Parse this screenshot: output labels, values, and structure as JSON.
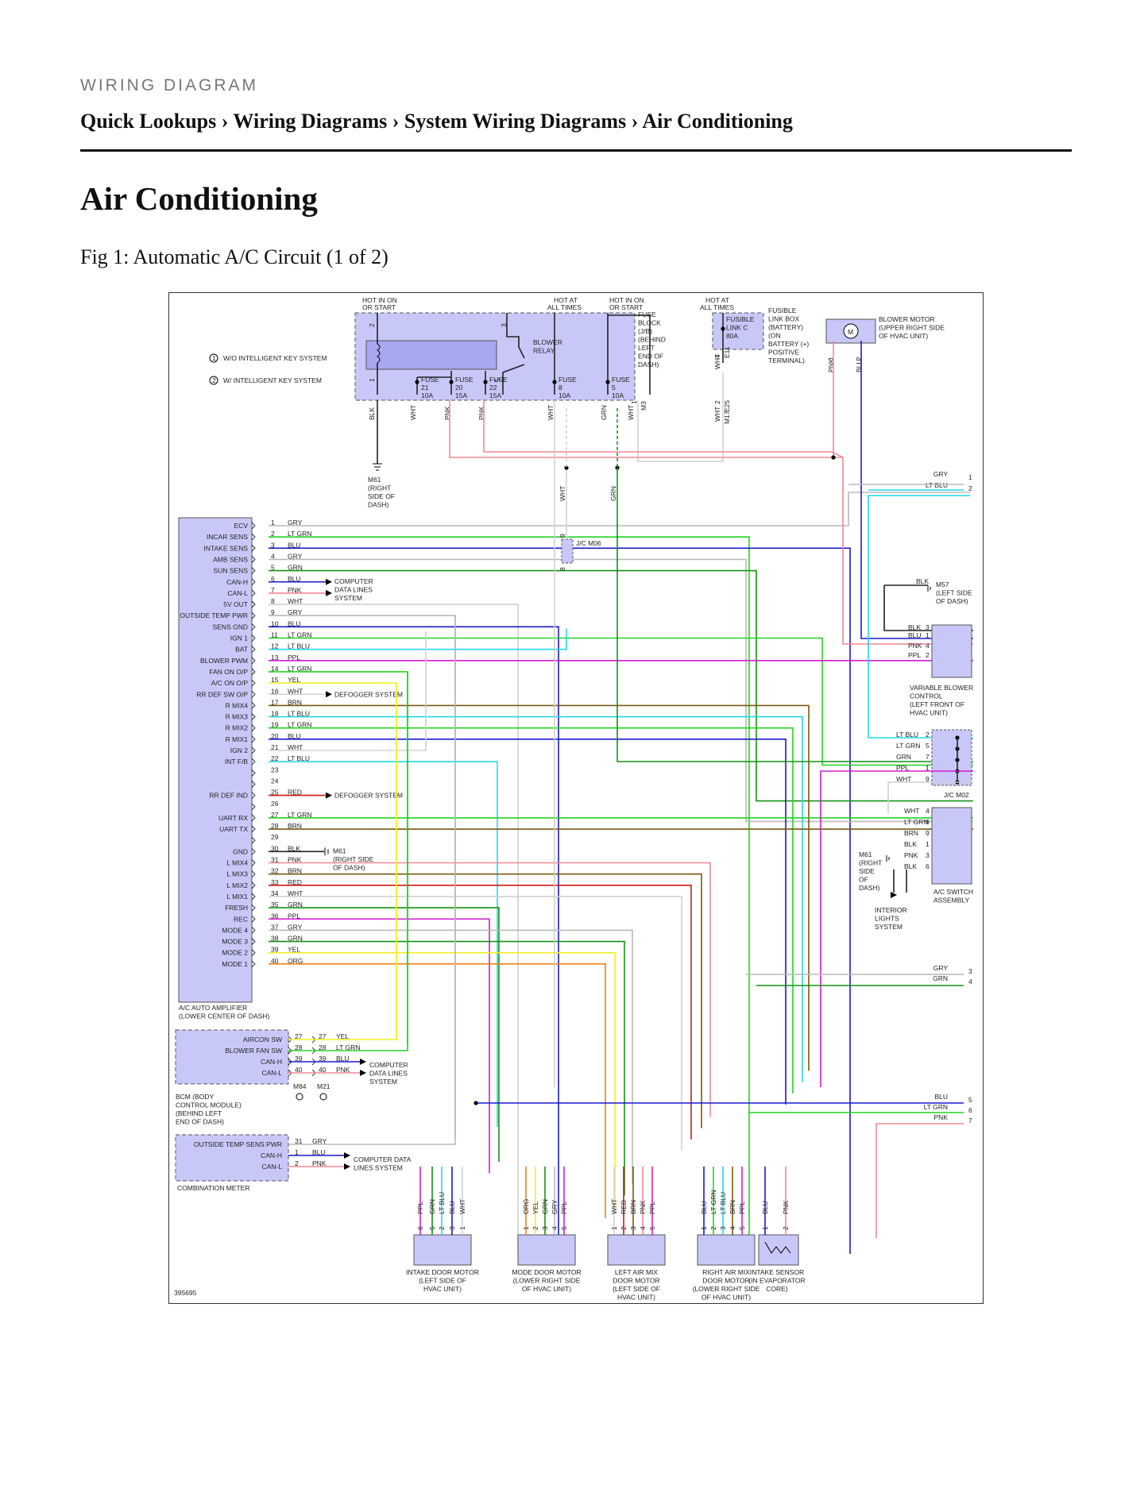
{
  "header": {
    "kicker": "WIRING DIAGRAM",
    "breadcrumb": "Quick Lookups › Wiring Diagrams › System Wiring Diagrams › Air Conditioning"
  },
  "page_title": "Air Conditioning",
  "figure": {
    "caption": "Fig 1: Automatic A/C Circuit (1 of 2)",
    "figure_id": "395695"
  },
  "colors": {
    "GRY": "#b9b9b9",
    "LT GRN": "#22d322",
    "BLU": "#1a1ad0",
    "GRN": "#149214",
    "PNK": "#f08896",
    "WHT": "#d0d0d0",
    "LT BLU": "#22d8e6",
    "PPL": "#d21cd2",
    "YEL": "#f0f020",
    "BRN": "#7a5a10",
    "RED": "#d01818",
    "ORG": "#f08018",
    "BLK": "#222222",
    "fill": "#c8c8f8"
  },
  "amp_pins": [
    {
      "n": "1",
      "w": "GRY",
      "label": "ECV"
    },
    {
      "n": "2",
      "w": "LT GRN",
      "label": "INCAR SENS"
    },
    {
      "n": "3",
      "w": "BLU",
      "label": "INTAKE SENS"
    },
    {
      "n": "4",
      "w": "GRY",
      "label": "AMB SENS"
    },
    {
      "n": "5",
      "w": "GRN",
      "label": "SUN SENS"
    },
    {
      "n": "6",
      "w": "BLU",
      "label": "CAN-H"
    },
    {
      "n": "7",
      "w": "PNK",
      "label": "CAN-L"
    },
    {
      "n": "8",
      "w": "WHT",
      "label": "5V OUT"
    },
    {
      "n": "9",
      "w": "GRY",
      "label": "OUTSIDE TEMP PWR"
    },
    {
      "n": "10",
      "w": "BLU",
      "label": "SENS GND"
    },
    {
      "n": "11",
      "w": "LT GRN",
      "label": "IGN 1"
    },
    {
      "n": "12",
      "w": "LT BLU",
      "label": "BAT"
    },
    {
      "n": "13",
      "w": "PPL",
      "label": "BLOWER PWM"
    },
    {
      "n": "14",
      "w": "LT GRN",
      "label": "FAN ON O/P"
    },
    {
      "n": "15",
      "w": "YEL",
      "label": "A/C ON O/P"
    },
    {
      "n": "16",
      "w": "WHT",
      "label": "RR DEF SW O/P"
    },
    {
      "n": "17",
      "w": "BRN",
      "label": "R MIX4"
    },
    {
      "n": "18",
      "w": "LT BLU",
      "label": "R MIX3"
    },
    {
      "n": "19",
      "w": "LT GRN",
      "label": "R MIX2"
    },
    {
      "n": "20",
      "w": "BLU",
      "label": "R MIX1"
    },
    {
      "n": "21",
      "w": "WHT",
      "label": "IGN 2"
    },
    {
      "n": "22",
      "w": "LT BLU",
      "label": "INT F/B"
    },
    {
      "n": "23",
      "w": "",
      "label": ""
    },
    {
      "n": "24",
      "w": "",
      "label": ""
    },
    {
      "n": "25",
      "w": "RED",
      "label": "RR DEF IND"
    },
    {
      "n": "26",
      "w": "",
      "label": ""
    },
    {
      "n": "27",
      "w": "LT GRN",
      "label": "UART RX"
    },
    {
      "n": "28",
      "w": "BRN",
      "label": "UART TX"
    },
    {
      "n": "29",
      "w": "",
      "label": ""
    },
    {
      "n": "30",
      "w": "BLK",
      "label": "GND"
    },
    {
      "n": "31",
      "w": "PNK",
      "label": "L MIX4"
    },
    {
      "n": "32",
      "w": "BRN",
      "label": "L MIX3"
    },
    {
      "n": "33",
      "w": "RED",
      "label": "L MIX2"
    },
    {
      "n": "34",
      "w": "WHT",
      "label": "L MIX1"
    },
    {
      "n": "35",
      "w": "GRN",
      "label": "FRESH"
    },
    {
      "n": "36",
      "w": "PPL",
      "label": "REC"
    },
    {
      "n": "37",
      "w": "GRY",
      "label": "MODE 4"
    },
    {
      "n": "38",
      "w": "GRN",
      "label": "MODE 3"
    },
    {
      "n": "39",
      "w": "YEL",
      "label": "MODE 2"
    },
    {
      "n": "40",
      "w": "ORG",
      "label": "MODE 1"
    }
  ],
  "labels": {
    "hot_ign_1": "HOT IN ON",
    "hot_ign_2": "OR START",
    "hot_always_1": "HOT AT",
    "hot_always_2": "ALL TIMES",
    "legend_1": "W/O INTELLIGENT KEY SYSTEM",
    "legend_2": "W/ INTELLIGENT KEY SYSTEM",
    "blower_relay_1": "BLOWER",
    "blower_relay_2": "RELAY",
    "fuse_block": [
      "FUSE",
      "BLOCK",
      "(J/B)",
      "(BEHIND",
      "LEFT",
      "END OF",
      "DASH)"
    ],
    "fusible_link": [
      "FUSIBLE",
      "LINK C",
      "80A"
    ],
    "fusible_box": [
      "FUSIBLE",
      "LINK BOX",
      "(BATTERY)",
      "(ON",
      "BATTERY (+)",
      "POSITIVE",
      "TERMINAL)"
    ],
    "blower_motor": [
      "BLOWER MOTOR",
      "(UPPER RIGHT SIDE",
      "OF HVAC UNIT)"
    ],
    "fuse_word": "FUSE",
    "fuses": [
      {
        "n": "21",
        "a": "10A"
      },
      {
        "n": "20",
        "a": "15A"
      },
      {
        "n": "22",
        "a": "15A"
      },
      {
        "n": "8",
        "a": "10A"
      },
      {
        "n": "5",
        "a": "10A"
      }
    ],
    "m61_ground": [
      "M61",
      "(RIGHT",
      "SIDE OF",
      "DASH)"
    ],
    "amp_name_1": "A/C AUTO AMPLIFIER",
    "amp_name_2": "(LOWER CENTER OF DASH)",
    "computer_lines": [
      "COMPUTER",
      "DATA LINES",
      "SYSTEM"
    ],
    "defogger": "DEFOGGER SYSTEM",
    "jc_m06": "J/C M06",
    "m57": [
      "M57",
      "(LEFT SIDE",
      "OF DASH)"
    ],
    "vbc": [
      "VARIABLE BLOWER",
      "CONTROL",
      "(LEFT FRONT OF",
      "HVAC UNIT)"
    ],
    "jc_m02": "J/C M02",
    "ac_switch": [
      "A/C SWITCH",
      "ASSEMBLY"
    ],
    "m61_small": [
      "M61",
      "(RIGHT SIDE",
      "OF DASH)"
    ],
    "m61_right": [
      "M61",
      "(RIGHT",
      "SIDE",
      "OF",
      "DASH)"
    ],
    "interior": [
      "INTERIOR",
      "LIGHTS",
      "SYSTEM"
    ],
    "bcm_pins": [
      {
        "label": "AIRCON SW",
        "a": "27",
        "b": "27",
        "w": "YEL"
      },
      {
        "label": "BLOWER FAN SW",
        "a": "28",
        "b": "28",
        "w": "LT GRN"
      },
      {
        "label": "CAN-H",
        "a": "39",
        "b": "39",
        "w": "BLU"
      },
      {
        "label": "CAN-L",
        "a": "40",
        "b": "40",
        "w": "PNK"
      }
    ],
    "bcm_name": [
      "BCM (BODY",
      "CONTROL MODULE)",
      "(BEHIND LEFT",
      "END OF DASH)"
    ],
    "m84": "M84",
    "m21": "M21",
    "meter_pins": [
      {
        "label": "OUTSIDE TEMP SENS PWR",
        "n": "31",
        "w": "GRY"
      },
      {
        "label": "CAN-H",
        "n": "1",
        "w": "BLU"
      },
      {
        "label": "CAN-L",
        "n": "2",
        "w": "PNK"
      }
    ],
    "meter_name": "COMBINATION METER",
    "computer_lines_2": [
      "COMPUTER DATA",
      "LINES SYSTEM"
    ],
    "motors": [
      {
        "name": [
          "INTAKE DOOR MOTOR",
          "(LEFT SIDE OF",
          "HVAC UNIT)"
        ]
      },
      {
        "name": [
          "MODE DOOR MOTOR",
          "(LOWER RIGHT SIDE",
          "OF HVAC UNIT)"
        ]
      },
      {
        "name": [
          "LEFT AIR MIX",
          "DOOR MOTOR",
          "(LEFT SIDE OF",
          "HVAC UNIT)"
        ]
      },
      {
        "name": [
          "RIGHT AIR MIX",
          "DOOR MOTOR",
          "(LOWER RIGHT SIDE",
          "OF HVAC UNIT)"
        ]
      },
      {
        "name": [
          "INTAKE SENSOR",
          "(IN EVAPORATOR",
          "CORE)"
        ]
      }
    ],
    "offpage": [
      {
        "w": "GRY",
        "n": "1"
      },
      {
        "w": "LT BLU",
        "n": "2"
      },
      {
        "w": "GRY",
        "n": "3"
      },
      {
        "w": "GRN",
        "n": "4"
      },
      {
        "w": "BLU",
        "n": "5"
      },
      {
        "w": "LT GRN",
        "n": "6"
      },
      {
        "w": "PNK",
        "n": "7"
      }
    ]
  }
}
